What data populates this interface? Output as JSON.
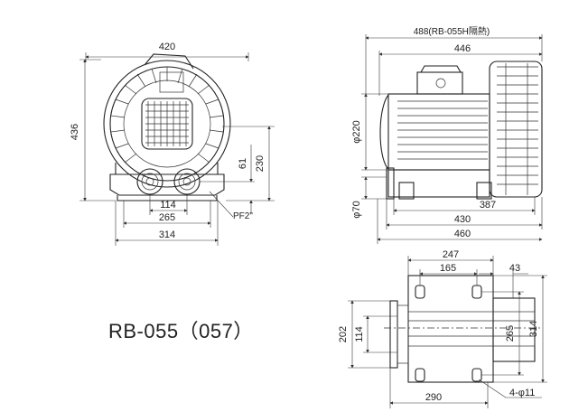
{
  "model": "RB-055（057）",
  "front_view": {
    "width_top": "420",
    "height_total": "436",
    "outlet_height": "230",
    "outlet_offset": "61",
    "outlet_spacing": "114",
    "base_inner": "265",
    "base_outer": "314",
    "port_label": "PF2\""
  },
  "side_view": {
    "length_heat": "488(RB-055H隔熱)",
    "length_top": "446",
    "diameter_motor": "φ220",
    "diameter_port": "φ70",
    "port_to_base": "387",
    "length_430": "430",
    "length_460": "460"
  },
  "base_view": {
    "width_247": "247",
    "width_165": "165",
    "offset_43": "43",
    "height_202": "202",
    "height_114": "114",
    "height_265": "265",
    "height_314": "314",
    "width_290": "290",
    "holes": "4-φ11"
  }
}
